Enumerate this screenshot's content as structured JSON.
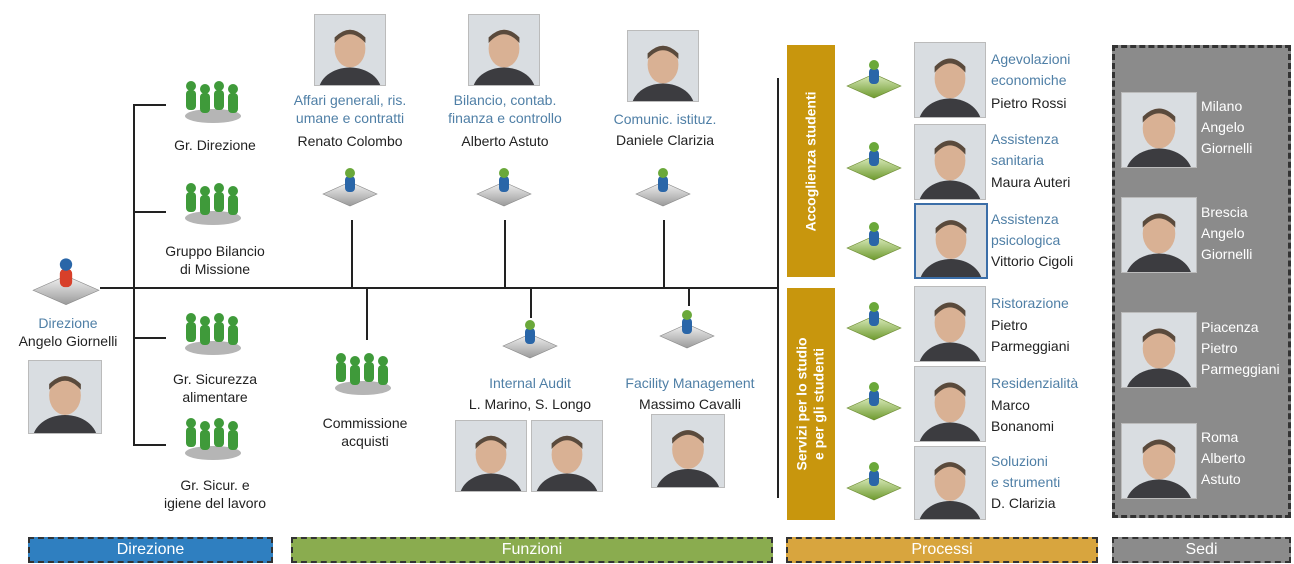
{
  "direzione": {
    "role": "Direzione",
    "name": "Angelo Giornelli"
  },
  "groups": {
    "g1": "Gr. Direzione",
    "g2a": "Gruppo Bilancio",
    "g2b": "di Missione",
    "g3a": "Gr. Sicurezza",
    "g3b": "alimentare",
    "g4a": "Gr. Sicur. e",
    "g4b": "igiene del lavoro"
  },
  "funzioni_top": [
    {
      "role1": "Affari generali, ris.",
      "role2": "umane e contratti",
      "name": "Renato Colombo"
    },
    {
      "role1": "Bilancio, contab.",
      "role2": "finanza e controllo",
      "name": "Alberto Astuto"
    },
    {
      "role1": "Comunic. istituz.",
      "name": "Daniele Clarizia"
    }
  ],
  "commissione": {
    "l1": "Commissione",
    "l2": "acquisti"
  },
  "internal_audit": {
    "role": "Internal Audit",
    "name": "L. Marino, S. Longo"
  },
  "facility": {
    "role": "Facility Management",
    "name": "Massimo Cavalli"
  },
  "processi": {
    "bar1": "Accoglienza studenti",
    "bar2a": "Servizi per lo studio",
    "bar2b": "e per gli studenti",
    "items": [
      {
        "r1": "Agevolazioni",
        "r2": "economiche",
        "n1": "Pietro Rossi"
      },
      {
        "r1": "Assistenza",
        "r2": "sanitaria",
        "n1": "Maura Auteri"
      },
      {
        "r1": "Assistenza",
        "r2": "psicologica",
        "n1": "Vittorio Cigoli"
      },
      {
        "r1": "Ristorazione",
        "n1": "Pietro",
        "n2": "Parmeggiani"
      },
      {
        "r1": "Residenzialità",
        "n1": "Marco",
        "n2": "Bonanomi"
      },
      {
        "r1": "Soluzioni",
        "r2": "e strumenti",
        "n1": "D. Clarizia"
      }
    ]
  },
  "sedi": [
    {
      "city": "Milano",
      "n1": "Angelo",
      "n2": "Giornelli"
    },
    {
      "city": "Brescia",
      "n1": "Angelo",
      "n2": "Giornelli"
    },
    {
      "city": "Piacenza",
      "n1": "Pietro",
      "n2": "Parmeggiani"
    },
    {
      "city": "Roma",
      "n1": "Alberto",
      "n2": "Astuto"
    }
  ],
  "legend": {
    "direzione": "Direzione",
    "funzioni": "Funzioni",
    "processi": "Processi",
    "sedi": "Sedi"
  },
  "colors": {
    "direzione": "#2f7fc0",
    "funzioni": "#8aac4f",
    "processi": "#d8a53e",
    "processi_bar": "#c8960d",
    "sedi": "#8b8b8b",
    "role_text": "#4f7fa6"
  }
}
